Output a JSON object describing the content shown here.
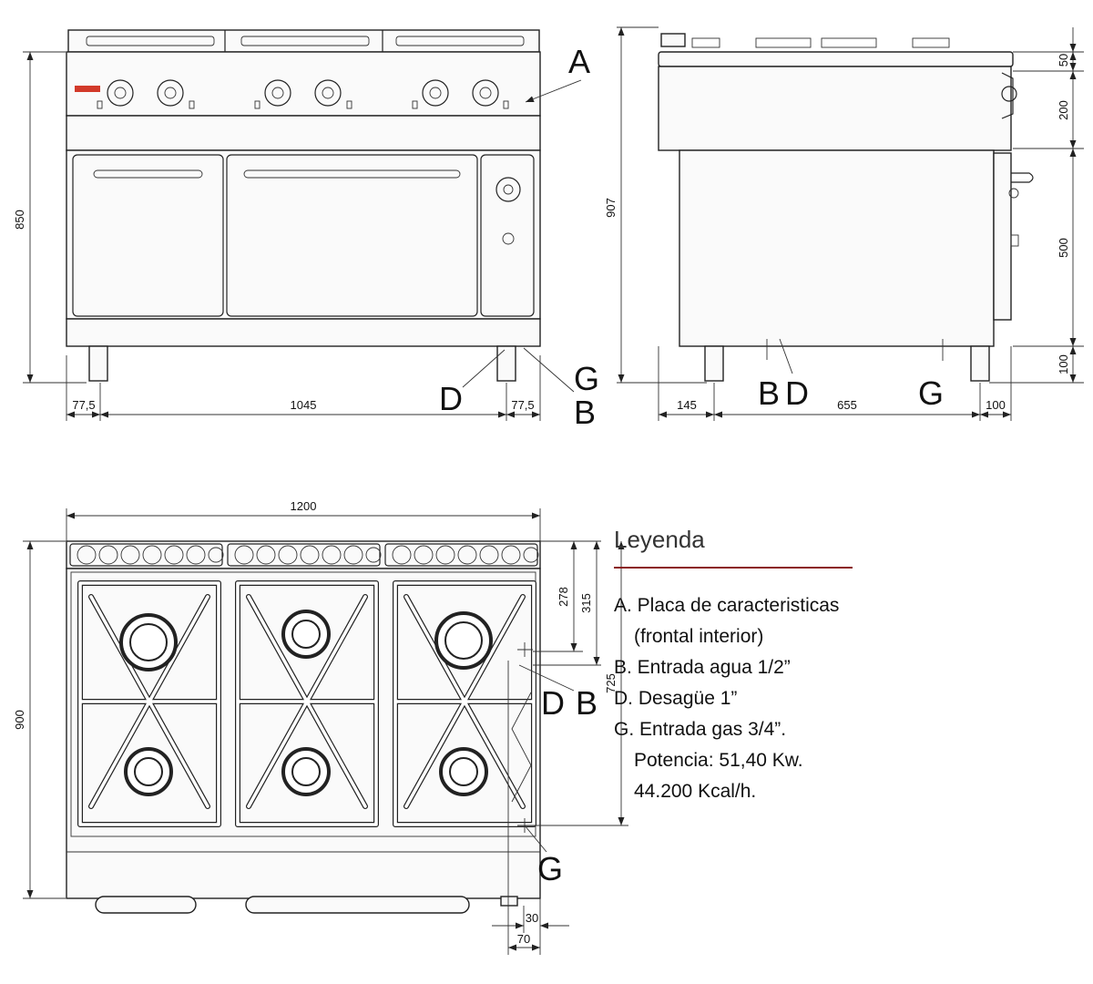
{
  "front_view": {
    "dims": {
      "height": "850",
      "left_inset": "77,5",
      "width_inner": "1045",
      "right_inset": "77,5"
    },
    "callouts": {
      "a": "A",
      "g": "G",
      "d": "D",
      "b": "B"
    }
  },
  "side_view": {
    "dims": {
      "height_total": "907",
      "top": "50",
      "panel": "200",
      "cabinet": "500",
      "legs": "100",
      "left_offset": "145",
      "body_depth": "655",
      "right_offset": "100"
    },
    "callouts": {
      "b": "B",
      "d": "D",
      "g": "G"
    }
  },
  "top_view": {
    "dims": {
      "width": "1200",
      "depth": "900",
      "d278": "278",
      "d315": "315",
      "d725": "725",
      "d30": "30",
      "d70": "70"
    },
    "callouts": {
      "d": "D",
      "b": "B",
      "g": "G"
    }
  },
  "legend": {
    "title": "Leyenda",
    "items": [
      {
        "line1": "A. Placa de caracteristicas",
        "line2": "(frontal interior)"
      },
      {
        "line1": "B. Entrada agua 1/2”"
      },
      {
        "line1": "D. Desagüe 1”"
      },
      {
        "line1": "G. Entrada gas 3/4”.",
        "line2": "Potencia: 51,40 Kw.",
        "line3": "44.200 Kcal/h."
      }
    ]
  },
  "colors": {
    "line": "#222222",
    "accent": "#8b1c1c",
    "logo": "#d23a2a"
  }
}
